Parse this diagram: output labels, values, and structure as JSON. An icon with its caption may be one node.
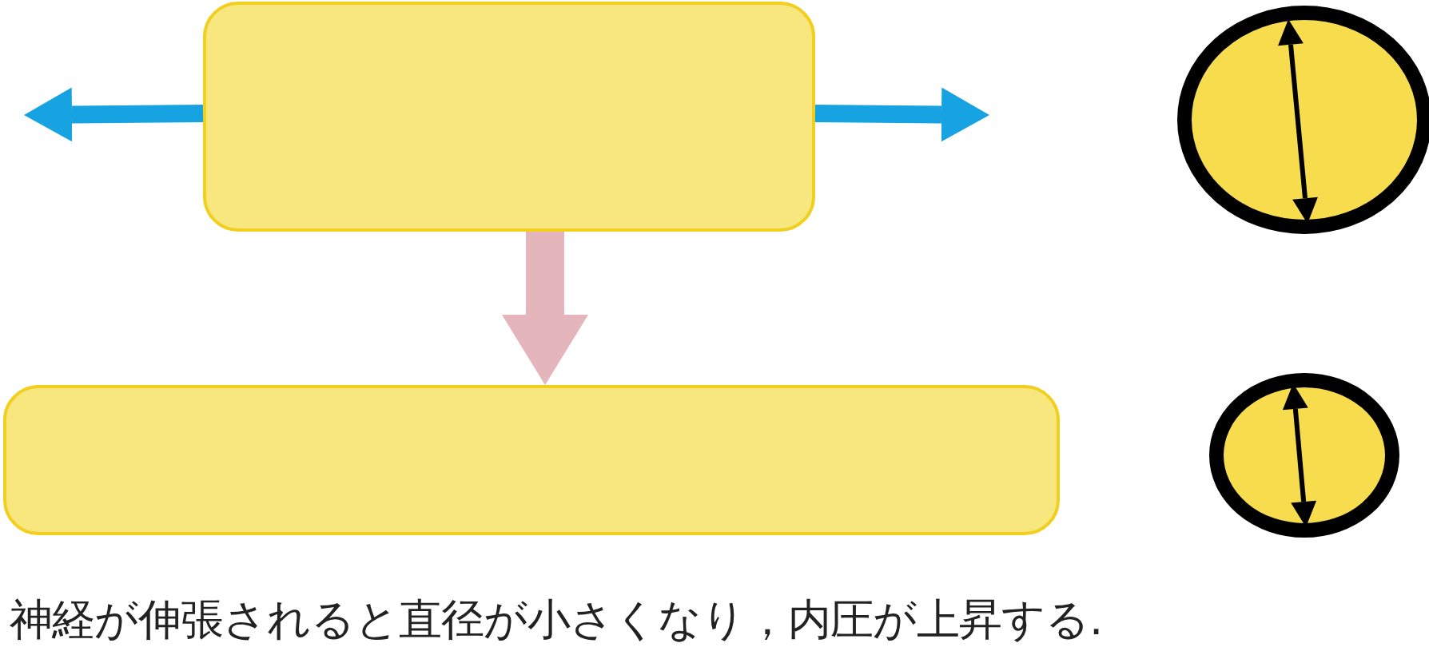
{
  "diagram": {
    "caption": "神経が伸張されると直径が小さくなり，内圧が上昇する.",
    "nodes": [
      {
        "text": [],
        "shape": "box"
      },
      {
        "text": [],
        "shape": "box"
      },
      {
        "text": [],
        "shape": "circle"
      },
      {
        "text": [],
        "shape": "circle"
      }
    ],
    "edges": [
      {
        "from": 0,
        "to": null,
        "arrow": "to"
      },
      {
        "from": 0,
        "to": null,
        "arrow": "to"
      },
      {
        "from": 0,
        "to": 1,
        "arrow": "to",
        "style": "thick",
        "color": "#e5b5bc"
      }
    ]
  }
}
